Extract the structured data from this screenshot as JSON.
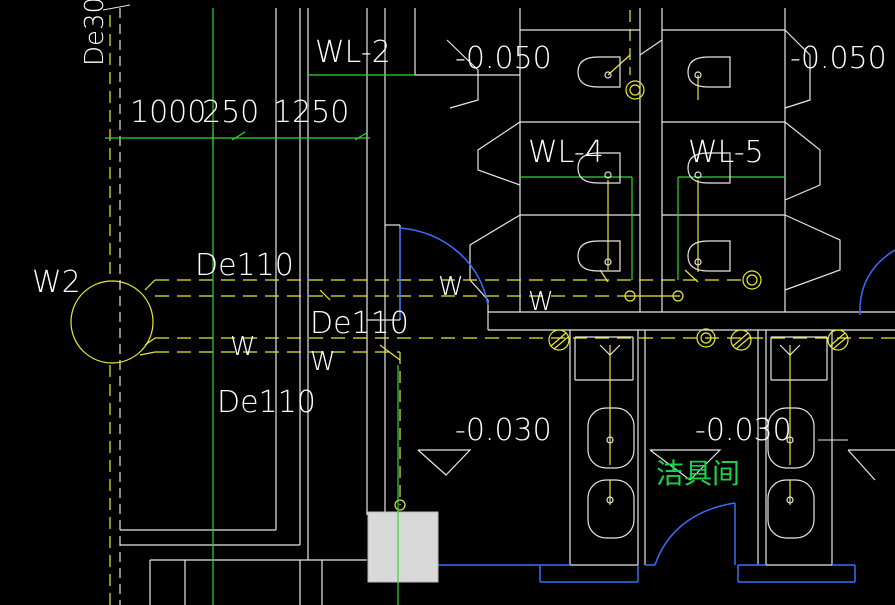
{
  "labels": {
    "de30": "De30",
    "wl2": "WL-2",
    "wl4": "WL-4",
    "wl5": "WL-5",
    "dim_1000": "1000",
    "dim_250": "250",
    "dim_1250": "1250",
    "w2": "W2",
    "de110_a": "De110",
    "de110_b": "De110",
    "de110_c": "De110",
    "w_a": "W",
    "w_b": "W",
    "w_c": "W",
    "w_d": "W",
    "elev_1": "-0.050",
    "elev_2": "-0.050",
    "elev_3": "-0.030",
    "elev_4": "-0.030",
    "room_janitor": "洁具间"
  },
  "colors": {
    "background": "#000000",
    "wall": "#ffffff",
    "pipe_yellow": "#e8e83a",
    "pipe_green": "#2fd82f",
    "door_blue": "#3a6cff",
    "text_white": "#ffffff",
    "text_green": "#19d24a"
  }
}
